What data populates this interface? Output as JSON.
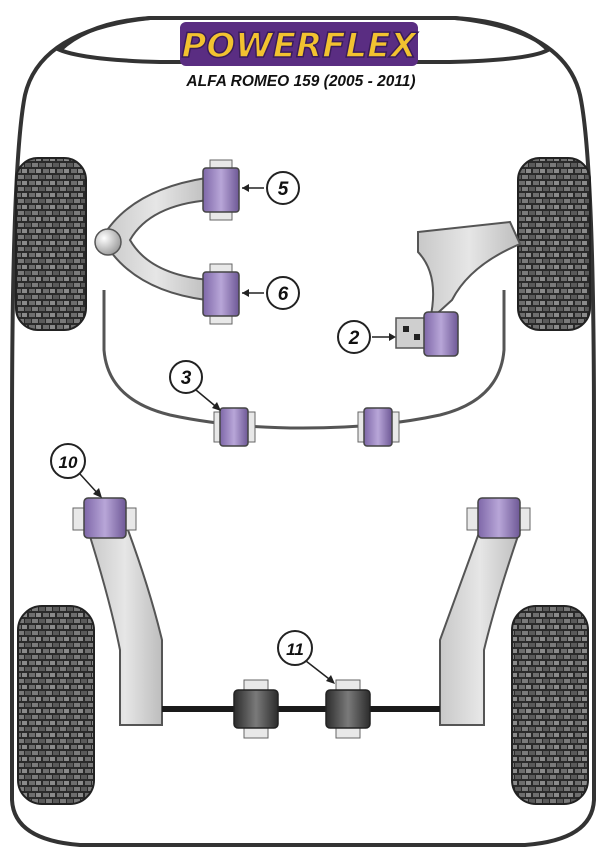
{
  "brand": {
    "logo_text": "POWERFLEX",
    "logo_fill": "#f2c230",
    "logo_outline": "#5a2d82",
    "vehicle": "ALFA ROMEO 159 (2005 - 2011)"
  },
  "colors": {
    "bushing_purple": "#9b84c0",
    "bushing_dark": "#4a4a4a",
    "arm_gray": "#d3d3d3",
    "outline": "#333333"
  },
  "callouts": [
    {
      "id": "c5",
      "label": "5"
    },
    {
      "id": "c6",
      "label": "6"
    },
    {
      "id": "c2",
      "label": "2"
    },
    {
      "id": "c3",
      "label": "3"
    },
    {
      "id": "c10",
      "label": "10"
    },
    {
      "id": "c11",
      "label": "11"
    }
  ],
  "icons": {
    "tyre": "tyre-icon",
    "bushing": "bushing-icon"
  }
}
